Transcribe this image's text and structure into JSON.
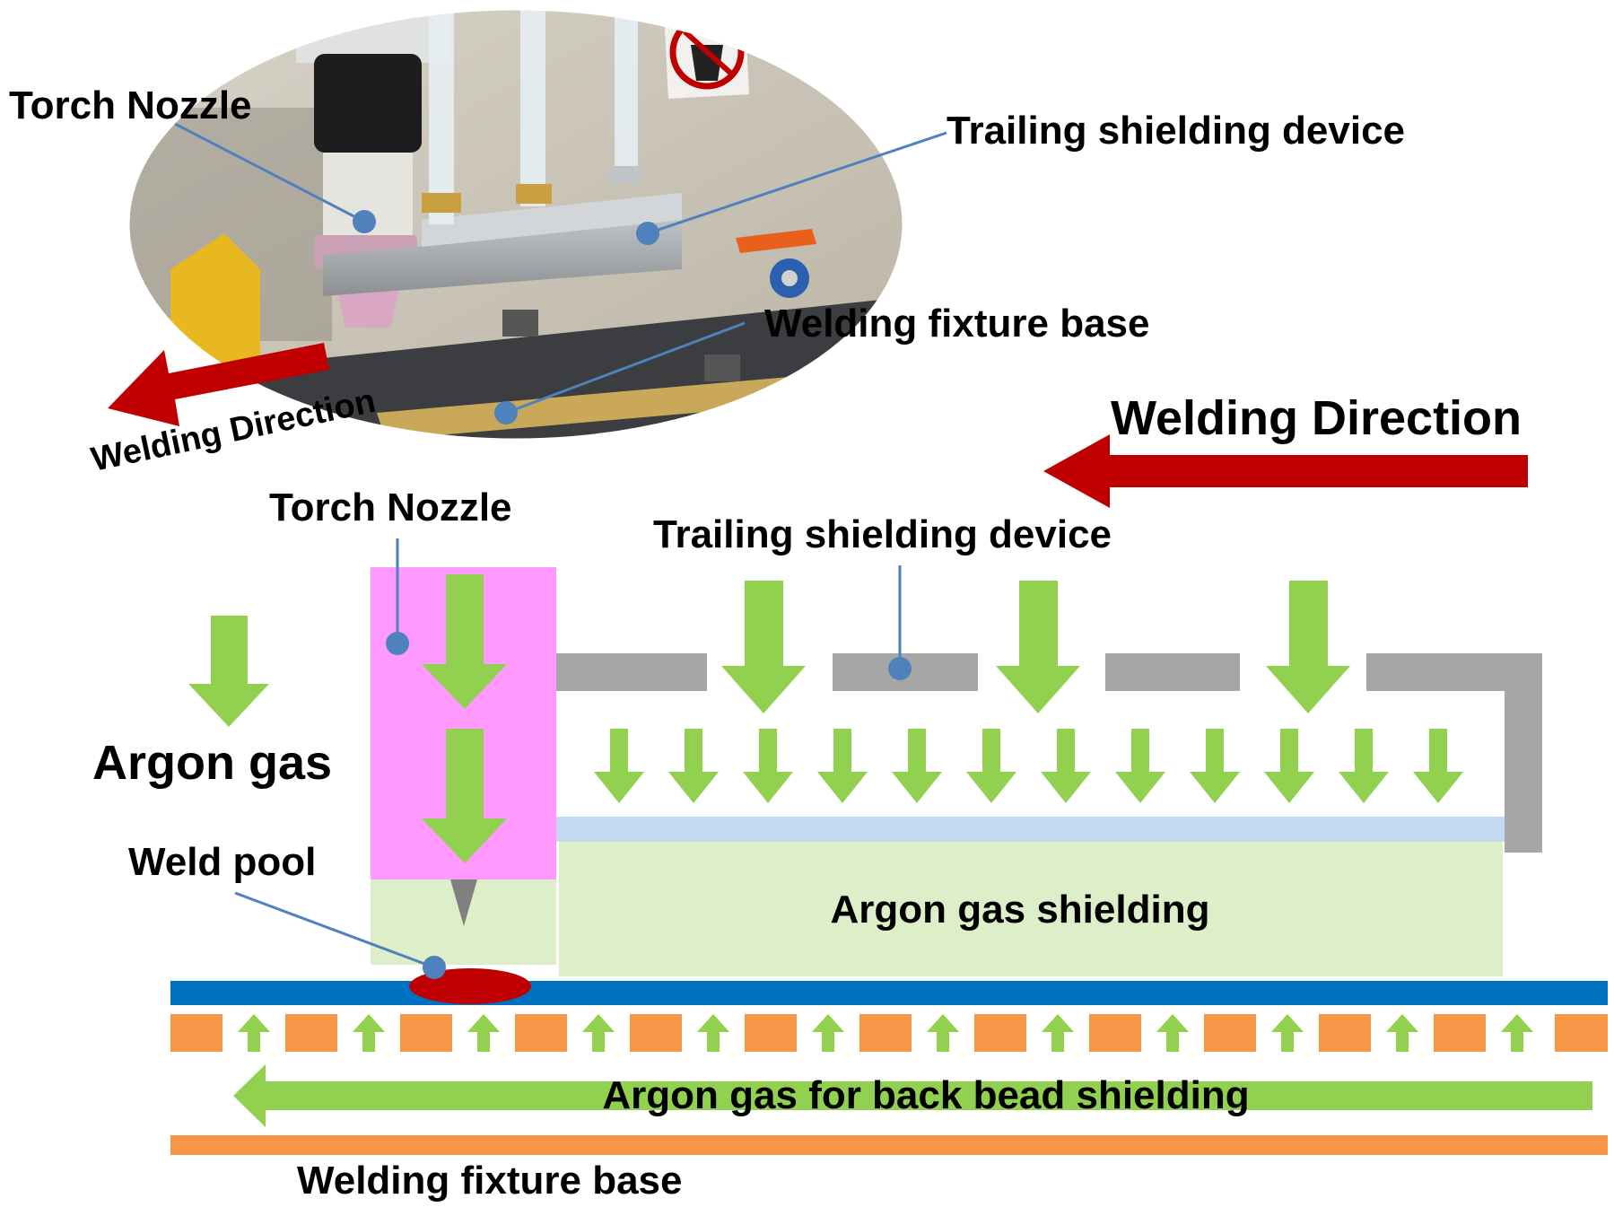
{
  "photo": {
    "labels": {
      "torch_nozzle": "Torch Nozzle",
      "trailing_device": "Trailing shielding device",
      "fixture_base": "Welding fixture base",
      "welding_direction": "Welding Direction"
    }
  },
  "schematic": {
    "labels": {
      "welding_direction": "Welding Direction",
      "torch_nozzle": "Torch Nozzle",
      "trailing_device": "Trailing shielding device",
      "argon_gas": "Argon gas",
      "weld_pool": "Weld pool",
      "argon_shielding": "Argon gas shielding",
      "back_bead": "Argon gas for back bead shielding",
      "fixture_base": "Welding fixture base"
    }
  },
  "colors": {
    "leader_line": "#4f81bd",
    "direction_arrow": "#c00000",
    "argon_arrow": "#92d050",
    "torch_body": "#ff99ff",
    "shield_zone": "#dcefc8",
    "device_bar": "#a6a6a6",
    "diffuser_plate": "#c5d9f1",
    "workpiece": "#0070c0",
    "weld_pool": "#c00000",
    "fixture": "#f79646"
  }
}
